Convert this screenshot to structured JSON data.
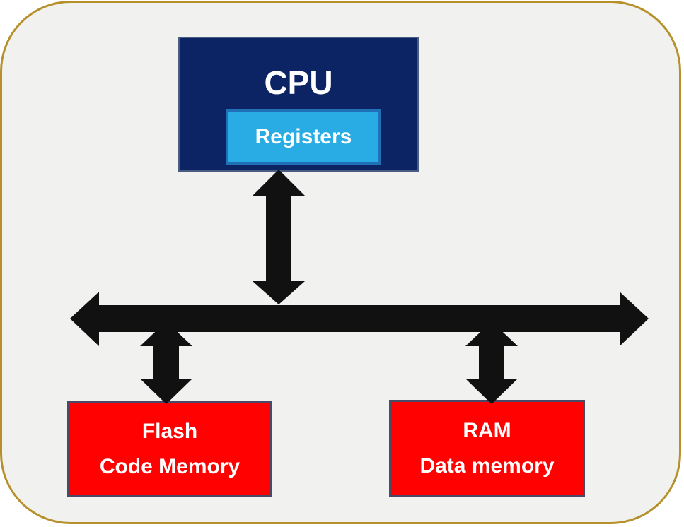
{
  "diagram": {
    "description": "Microcontroller memory architecture block diagram",
    "nodes": {
      "cpu": {
        "label": "CPU"
      },
      "registers": {
        "label": "Registers"
      },
      "flash": {
        "line1": "Flash",
        "line2": "Code Memory"
      },
      "ram": {
        "line1": "RAM",
        "line2": "Data memory"
      }
    },
    "connections": [
      {
        "from": "cpu",
        "to": "bus",
        "type": "bidirectional-arrow"
      },
      {
        "from": "bus",
        "to": "flash",
        "type": "bidirectional-arrow"
      },
      {
        "from": "bus",
        "to": "ram",
        "type": "bidirectional-arrow"
      },
      {
        "name": "bus",
        "type": "bidirectional-horizontal-arrow"
      }
    ],
    "colors": {
      "frame_border": "#b5902b",
      "frame_fill": "#f1f1f0",
      "cpu_fill": "#0d2464",
      "cpu_border": "#4a5d80",
      "registers_fill": "#29abe3",
      "registers_border": "#2070b8",
      "memory_fill": "#fe0100",
      "memory_border": "#4a4a68",
      "arrow": "#111111",
      "text": "#ffffff",
      "page_background": "#ffffff"
    }
  }
}
